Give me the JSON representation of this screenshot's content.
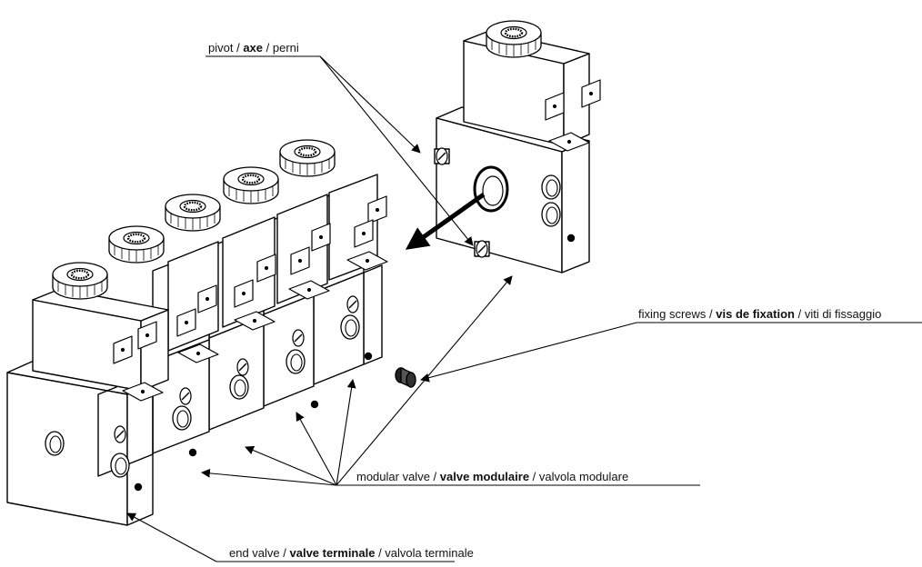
{
  "labels": {
    "pivot": {
      "en": "pivot",
      "fr": "axe",
      "it": "perni",
      "sep": " / "
    },
    "fixing": {
      "en": "fixing screws",
      "fr": "vis de fixation",
      "it": "viti di fissaggio",
      "sep": " / "
    },
    "modular": {
      "en": "modular valve",
      "fr": "valve modulaire",
      "it": "valvola modulare",
      "sep": " / "
    },
    "end": {
      "en": "end valve",
      "fr": "valve terminale",
      "it": "valvola terminale",
      "sep": " / "
    }
  },
  "colors": {
    "line": "#000000",
    "face": "#ffffff"
  }
}
